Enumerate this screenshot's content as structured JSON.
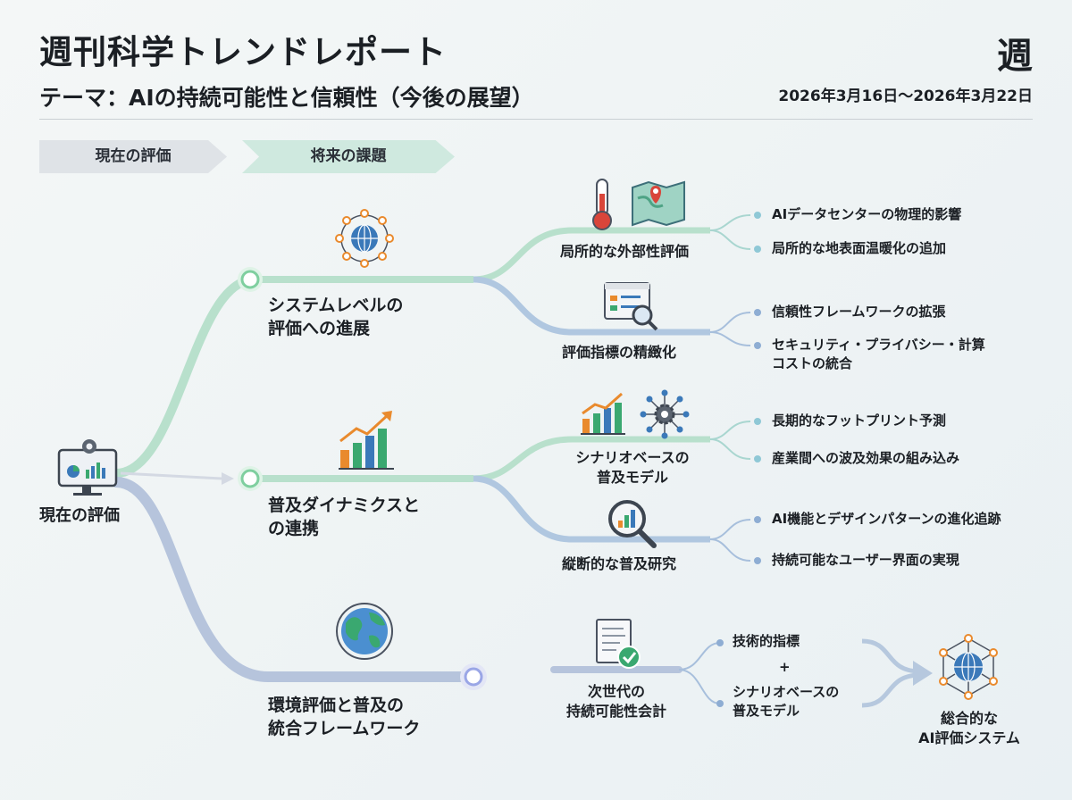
{
  "header": {
    "title": "週刊科学トレンドレポート",
    "subtitle": "テーマ：AIの持続可能性と信頼性（今後の展望）",
    "week_mark": "週",
    "date_range": "2026年3月16日〜2026年3月22日"
  },
  "stages": [
    "現在の評価",
    "将来の課題"
  ],
  "root": {
    "label": "現在の評価",
    "icon": "monitor-gear-icon"
  },
  "branches": [
    {
      "label_lines": [
        "システムレベルの",
        "評価への進展"
      ],
      "icon": "globe-network-icon",
      "sub": [
        {
          "label_lines": [
            "局所的な外部性評価"
          ],
          "icons": [
            "thermometer-icon",
            "map-pin-icon"
          ],
          "leaves": [
            "AIデータセンターの物理的影響",
            "局所的な地表面温暖化の追加"
          ]
        },
        {
          "label_lines": [
            "評価指標の精緻化"
          ],
          "icons": [
            "dashboard-magnifier-icon"
          ],
          "leaves": [
            "信頼性フレームワークの拡張",
            "セキュリティ・プライバシー・計算|コストの統合"
          ]
        }
      ]
    },
    {
      "label_lines": [
        "普及ダイナミクスと",
        "の連携"
      ],
      "icon": "growth-chart-icon",
      "sub": [
        {
          "label_lines": [
            "シナリオベースの",
            "普及モデル"
          ],
          "icons": [
            "trend-chart-icon",
            "gear-network-icon"
          ],
          "leaves": [
            "長期的なフットプリント予測",
            "産業間への波及効果の組み込み"
          ]
        },
        {
          "label_lines": [
            "縦断的な普及研究"
          ],
          "icons": [
            "chart-magnifier-icon"
          ],
          "leaves": [
            "AI機能とデザインパターンの進化追跡",
            "持続可能なユーザー界面の実現"
          ]
        }
      ]
    },
    {
      "label_lines": [
        "環境評価と普及の",
        "統合フレームワーク"
      ],
      "icon": "earth-icon",
      "accounting": {
        "label_lines": [
          "次世代の",
          "持続可能性会計"
        ],
        "icon": "document-check-icon",
        "items": [
          "技術的指標",
          "+",
          "シナリオベースの|普及モデル"
        ]
      },
      "final": {
        "label_lines": [
          "総合的な",
          "AI評価システム"
        ],
        "icon": "globe-network-icon"
      }
    }
  ],
  "colors": {
    "green_path": "#a7d9c2",
    "blue_path": "#a9c0dd",
    "node_green": "#7fcf9f",
    "node_blue": "#9aa6e6",
    "bar_blue": "#3b79b9",
    "bar_green": "#3aa870",
    "accent_orange": "#e98a2d"
  }
}
